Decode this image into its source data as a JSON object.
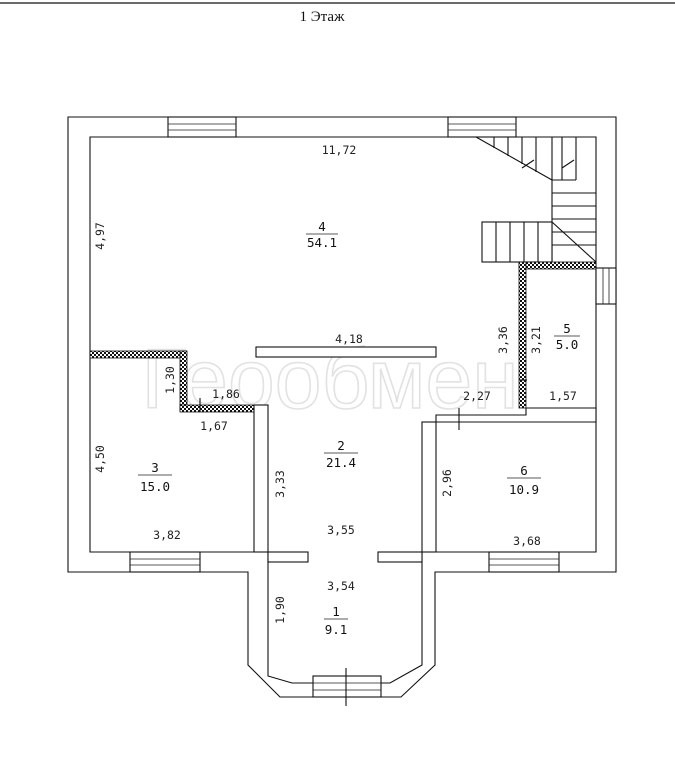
{
  "title": "1 Этаж",
  "watermark": "Геообмен",
  "colors": {
    "line": "#111111",
    "background": "#ffffff",
    "watermark": "#e2e2e2"
  },
  "dimensions": {
    "top_width": "11,72",
    "left_height": "4,97",
    "partition": "4,18",
    "stair_wall": "3,36",
    "room5_height": "3,21",
    "room5_width": "1,57",
    "corridor_offset": "2,27",
    "room3_step_h": "1,30",
    "room3_step_w": "1,86",
    "room3_top": "1,67",
    "room3_height": "4,50",
    "room3_bottom": "3,82",
    "hall_height": "3,33",
    "hall_width": "3,55",
    "room6_height": "2,96",
    "room6_bottom": "3,68",
    "entry_width": "3,54",
    "entry_height": "1,90"
  },
  "rooms": [
    {
      "id": "1",
      "area": "9.1"
    },
    {
      "id": "2",
      "area": "21.4"
    },
    {
      "id": "3",
      "area": "15.0"
    },
    {
      "id": "4",
      "area": "54.1"
    },
    {
      "id": "5",
      "area": "5.0"
    },
    {
      "id": "6",
      "area": "10.9"
    }
  ]
}
